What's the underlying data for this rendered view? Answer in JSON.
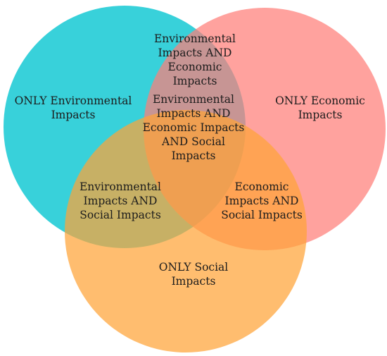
{
  "diagram": {
    "type": "venn",
    "sets": [
      {
        "id": "environmental",
        "color": "#00C4D0"
      },
      {
        "id": "economic",
        "color": "#FF7E78"
      },
      {
        "id": "social",
        "color": "#FFA337"
      }
    ],
    "regions": {
      "only_environmental": [
        "ONLY Environmental",
        "Impacts"
      ],
      "only_economic": [
        "ONLY Economic",
        "Impacts"
      ],
      "only_social": [
        "ONLY Social",
        "Impacts"
      ],
      "env_and_econ": [
        "Environmental",
        "Impacts AND",
        "Economic",
        "Impacts"
      ],
      "env_and_social": [
        "Environmental",
        "Impacts AND",
        "Social Impacts"
      ],
      "econ_and_social": [
        "Economic",
        "Impacts AND",
        "Social Impacts"
      ],
      "all_three": [
        "Environmental",
        "Impacts AND",
        "Economic Impacts",
        "AND Social",
        "Impacts"
      ]
    }
  }
}
